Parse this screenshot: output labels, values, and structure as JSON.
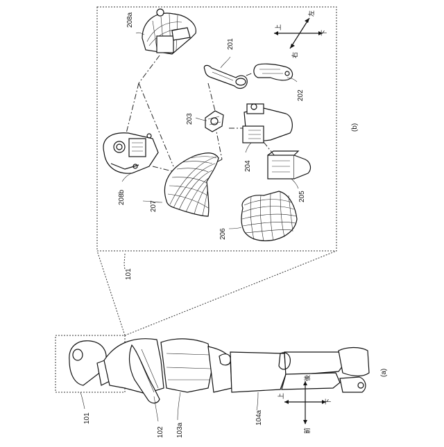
{
  "figure": {
    "panel_a_caption": "(a)",
    "panel_b_caption": "(b)",
    "labels_a": {
      "head": "101",
      "body": "102",
      "torso": "103a",
      "leg": "104a"
    },
    "label_b_frame": "101",
    "labels_b": {
      "p201": "201",
      "p202": "202",
      "p203": "203",
      "p204": "204",
      "p205": "205",
      "p206": "206",
      "p207": "207",
      "p208a": "208a",
      "p208b": "208b"
    },
    "axes_a": {
      "up": "上",
      "down": "下",
      "front": "前",
      "back": "後"
    },
    "axes_b": {
      "up": "上",
      "down": "下",
      "left": "左",
      "right": "右"
    }
  }
}
